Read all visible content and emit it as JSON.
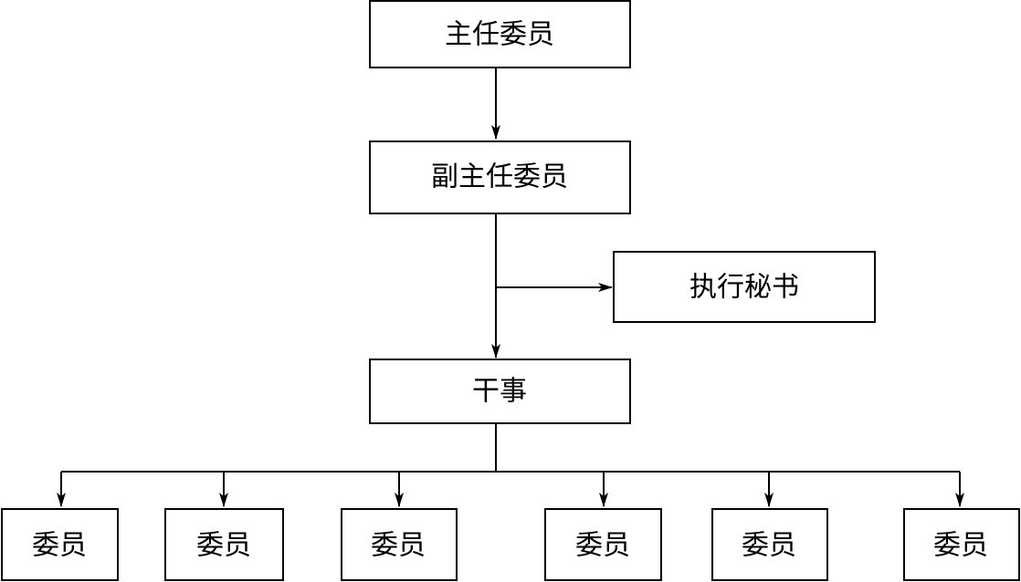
{
  "diagram": {
    "chairman": "主任委员",
    "vice_chairman": "副主任委员",
    "executive_secretary": "执行秘书",
    "officer": "干事",
    "members": [
      "委员",
      "委员",
      "委员",
      "委员",
      "委员",
      "委员"
    ]
  },
  "colors": {
    "line": "#000000",
    "box_fill": "#ffffff",
    "text": "#000000"
  }
}
